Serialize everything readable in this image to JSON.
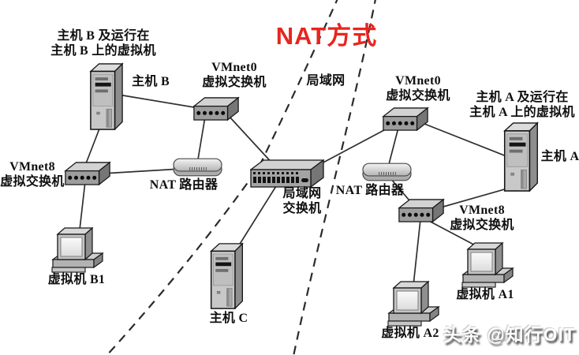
{
  "title": "NAT方式",
  "watermark": "头条 @知行OIT",
  "region": {
    "lan_label": "局域网"
  },
  "annotations": {
    "host_b_note": "主机 B 及运行在\n主机 B 上的虚拟机",
    "host_a_note": "主机 A 及运行在\n主机 A 上的虚拟机"
  },
  "nodes": {
    "host_b": "主机 B",
    "host_a": "主机 A",
    "host_c": "主机 C",
    "vmnet0_left": "VMnet0\n虚拟交换机",
    "vmnet8_left": "VMnet8\n虚拟交换机",
    "vmnet0_right": "VMnet0\n虚拟交换机",
    "vmnet8_right": "VMnet8\n虚拟交换机",
    "nat_router_left": "NAT 路由器",
    "nat_router_right": "NAT 路由器",
    "lan_switch": "局域网\n交换机",
    "vm_b1": "虚拟机 B1",
    "vm_a1": "虚拟机 A1",
    "vm_a2": "虚拟机 A2"
  },
  "colors": {
    "title_red": "#e8251f",
    "line": "#2f2f2f",
    "dashed_boundary": "#2b2b2b"
  }
}
